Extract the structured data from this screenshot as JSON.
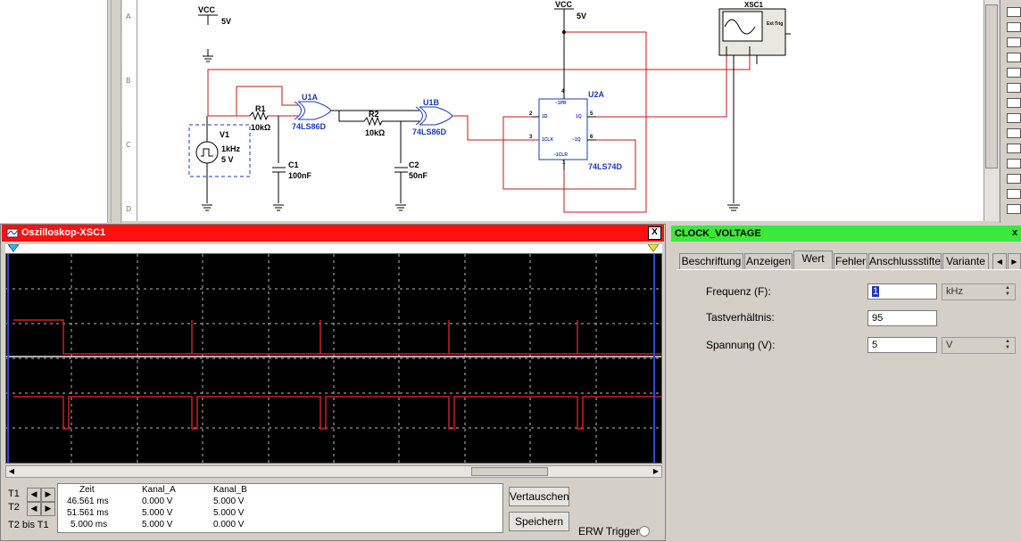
{
  "schematic": {
    "row_labels": [
      "A",
      "B",
      "C",
      "D"
    ],
    "vcc1": {
      "name": "VCC",
      "value": "5V"
    },
    "vcc2": {
      "name": "VCC",
      "value": "5V"
    },
    "v1": {
      "name": "V1",
      "freq": "1kHz",
      "volt": "5 V"
    },
    "r1": {
      "name": "R1",
      "value": "10kΩ"
    },
    "r2": {
      "name": "R2",
      "value": "10kΩ"
    },
    "c1": {
      "name": "C1",
      "value": "100nF"
    },
    "c2": {
      "name": "C2",
      "value": "50nF"
    },
    "u1a": {
      "name": "U1A",
      "part": "74LS86D"
    },
    "u1b": {
      "name": "U1B",
      "part": "74LS86D"
    },
    "u2a": {
      "name": "U2A",
      "part": "74LS74D",
      "pins": {
        "pr": "~1PR",
        "d": "1D",
        "q": "1Q",
        "clk": "1CLK",
        "nq": "~1Q",
        "clr": "~1CLR",
        "p2": "2",
        "p3": "3",
        "p4": "4",
        "p5": "5",
        "p6": "6",
        "p1": "1"
      }
    },
    "xsc1": {
      "name": "XSC1",
      "ext": "Ext Trig"
    }
  },
  "oscilloscope": {
    "title": "Oszilloskop-XSC1",
    "close": "X",
    "colors": {
      "channel_a": "#cc2020",
      "trace": "#e8e8e8",
      "grid": "#bbbbbb"
    },
    "cursors": {
      "t1": "T1",
      "t2": "T2",
      "diff": "T2 bis T1"
    },
    "readout": {
      "headers": [
        "Zeit",
        "Kanal_A",
        "Kanal_B"
      ],
      "rows": [
        [
          "46.561 ms",
          "0.000 V",
          "5.000 V"
        ],
        [
          "51.561 ms",
          "5.000 V",
          "5.000 V"
        ],
        [
          "5.000 ms",
          "5.000 V",
          "0.000 V"
        ]
      ]
    },
    "buttons": {
      "swap": "Vertauschen",
      "save": "Speichern"
    },
    "ext_trigger": "ERW Trigger"
  },
  "properties": {
    "title": "CLOCK_VOLTAGE",
    "close": "x",
    "tabs": [
      "Beschriftung",
      "Anzeigen",
      "Wert",
      "Fehler",
      "Anschlussstifte",
      "Variante"
    ],
    "active_tab": "Wert",
    "fields": {
      "frequency": {
        "label": "Frequenz (F):",
        "value": "1",
        "unit": "kHz"
      },
      "duty": {
        "label": "Tastverhältnis:",
        "value": "95"
      },
      "voltage": {
        "label": "Spannung (V):",
        "value": "5",
        "unit": "V"
      }
    }
  }
}
